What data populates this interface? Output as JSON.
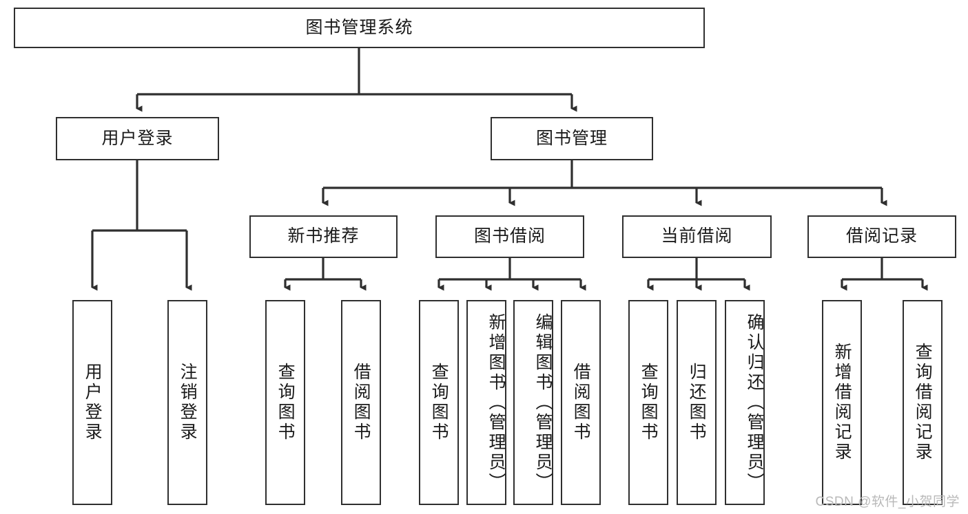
{
  "diagram": {
    "title": "图书管理系统",
    "type": "tree-hierarchy-diagram",
    "root": {
      "id": "root",
      "label": "图书管理系统"
    },
    "level2": [
      {
        "id": "user-login",
        "label": "用户登录"
      },
      {
        "id": "book-management",
        "label": "图书管理"
      }
    ],
    "level3": [
      {
        "id": "new-book-recommend",
        "label": "新书推荐"
      },
      {
        "id": "book-borrow",
        "label": "图书借阅"
      },
      {
        "id": "current-borrow",
        "label": "当前借阅"
      },
      {
        "id": "borrow-record",
        "label": "借阅记录"
      }
    ],
    "leaves": {
      "user_login": [
        {
          "id": "leaf-user-login",
          "label": "用户登录"
        },
        {
          "id": "leaf-logout-login",
          "label": "注销登录"
        }
      ],
      "new_book_recommend": [
        {
          "id": "leaf-query-book-1",
          "label": "查询图书"
        },
        {
          "id": "leaf-borrow-book-1",
          "label": "借阅图书"
        }
      ],
      "book_borrow": [
        {
          "id": "leaf-query-book-2",
          "label": "查询图书"
        },
        {
          "id": "leaf-add-book",
          "label": "新增图书（管理员）"
        },
        {
          "id": "leaf-edit-book",
          "label": "编辑图书（管理员）"
        },
        {
          "id": "leaf-borrow-book-2",
          "label": "借阅图书"
        }
      ],
      "current_borrow": [
        {
          "id": "leaf-query-book-3",
          "label": "查询图书"
        },
        {
          "id": "leaf-return-book",
          "label": "归还图书"
        },
        {
          "id": "leaf-confirm-return",
          "label": "确认归还（管理员）"
        }
      ],
      "borrow_record": [
        {
          "id": "leaf-add-record",
          "label": "新增借阅记录"
        },
        {
          "id": "leaf-query-record",
          "label": "查询借阅记录"
        }
      ]
    }
  },
  "watermark": {
    "text": "CSDN @软件_小贺同学"
  },
  "colors": {
    "stroke": "#2f2f2f",
    "fill": "#ffffff",
    "text": "#1a1a1a",
    "watermark": "#b9b9b9"
  }
}
